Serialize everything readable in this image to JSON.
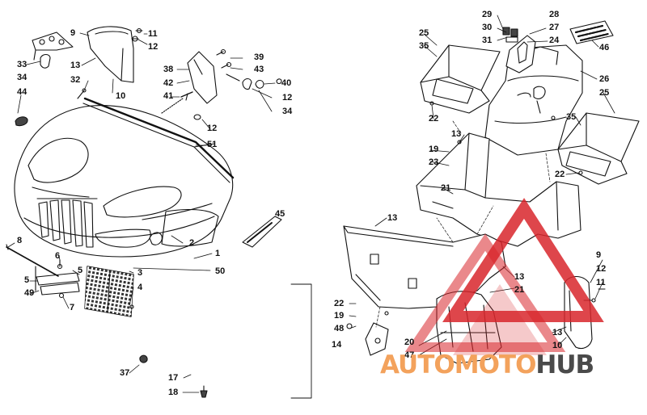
{
  "watermark": {
    "text_a": "AUTO",
    "text_b": "MOTO",
    "text_c": "HUB",
    "colors": {
      "red": "#d8262c",
      "orange": "#f3a25c",
      "gray": "#4a4a4a"
    }
  },
  "callouts": [
    {
      "id": "c1",
      "label": "11"
    },
    {
      "id": "c2",
      "label": "12"
    },
    {
      "id": "c3",
      "label": "9"
    },
    {
      "id": "c4",
      "label": "13"
    },
    {
      "id": "c5",
      "label": "33"
    },
    {
      "id": "c6",
      "label": "34"
    },
    {
      "id": "c7",
      "label": "32"
    },
    {
      "id": "c8",
      "label": "10"
    },
    {
      "id": "c9",
      "label": "44"
    },
    {
      "id": "c10",
      "label": "39"
    },
    {
      "id": "c11",
      "label": "38"
    },
    {
      "id": "c12",
      "label": "43"
    },
    {
      "id": "c13",
      "label": "42"
    },
    {
      "id": "c14",
      "label": "40"
    },
    {
      "id": "c15",
      "label": "41"
    },
    {
      "id": "c16",
      "label": "12"
    },
    {
      "id": "c17",
      "label": "34"
    },
    {
      "id": "c18",
      "label": "12"
    },
    {
      "id": "c19",
      "label": "51"
    },
    {
      "id": "c20",
      "label": "45"
    },
    {
      "id": "c21",
      "label": "2"
    },
    {
      "id": "c22",
      "label": "1"
    },
    {
      "id": "c23",
      "label": "50"
    },
    {
      "id": "c24",
      "label": "8"
    },
    {
      "id": "c25",
      "label": "6"
    },
    {
      "id": "c26",
      "label": "5"
    },
    {
      "id": "c27",
      "label": "5"
    },
    {
      "id": "c28",
      "label": "49"
    },
    {
      "id": "c29",
      "label": "7"
    },
    {
      "id": "c30",
      "label": "3"
    },
    {
      "id": "c31",
      "label": "4"
    },
    {
      "id": "c32",
      "label": "37"
    },
    {
      "id": "c33",
      "label": "17"
    },
    {
      "id": "c34",
      "label": "18"
    },
    {
      "id": "c35",
      "label": "29"
    },
    {
      "id": "c36",
      "label": "28"
    },
    {
      "id": "c37",
      "label": "30"
    },
    {
      "id": "c38",
      "label": "27"
    },
    {
      "id": "c39",
      "label": "31"
    },
    {
      "id": "c40",
      "label": "24"
    },
    {
      "id": "c41",
      "label": "25"
    },
    {
      "id": "c42",
      "label": "35"
    },
    {
      "id": "c43",
      "label": "46"
    },
    {
      "id": "c44",
      "label": "26"
    },
    {
      "id": "c45",
      "label": "25"
    },
    {
      "id": "c46",
      "label": "22"
    },
    {
      "id": "c47",
      "label": "13"
    },
    {
      "id": "c48",
      "label": "35"
    },
    {
      "id": "c49",
      "label": "19"
    },
    {
      "id": "c50",
      "label": "23"
    },
    {
      "id": "c51",
      "label": "22"
    },
    {
      "id": "c52",
      "label": "21"
    },
    {
      "id": "c53",
      "label": "13"
    },
    {
      "id": "c54",
      "label": "13"
    },
    {
      "id": "c55",
      "label": "21"
    },
    {
      "id": "c56",
      "label": "9"
    },
    {
      "id": "c57",
      "label": "12"
    },
    {
      "id": "c58",
      "label": "11"
    },
    {
      "id": "c59",
      "label": "22"
    },
    {
      "id": "c60",
      "label": "19"
    },
    {
      "id": "c61",
      "label": "48"
    },
    {
      "id": "c62",
      "label": "14"
    },
    {
      "id": "c63",
      "label": "20"
    },
    {
      "id": "c64",
      "label": "47"
    },
    {
      "id": "c65",
      "label": "13"
    },
    {
      "id": "c66",
      "label": "10"
    }
  ]
}
